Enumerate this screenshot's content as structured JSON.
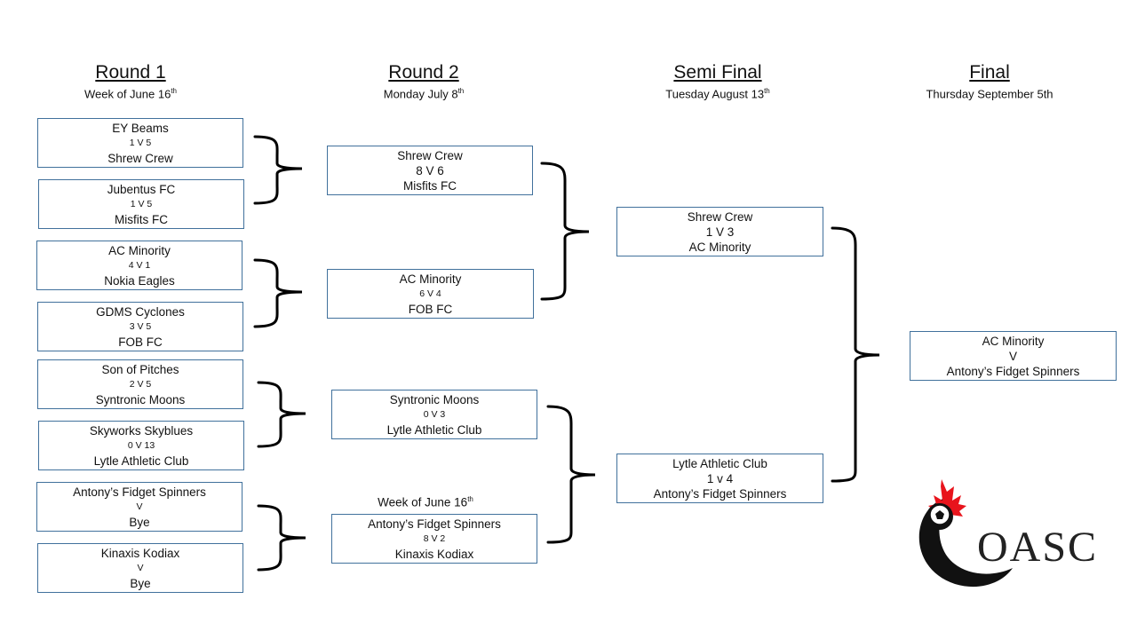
{
  "rounds": [
    {
      "title": "Round 1",
      "date": "Week of June 16",
      "suffix": "th"
    },
    {
      "title": "Round 2",
      "date": "Monday July 8",
      "suffix": "th"
    },
    {
      "title": "Semi Final",
      "date": "Tuesday August 13",
      "suffix": "th"
    },
    {
      "title": "Final",
      "date": "Thursday September  5th",
      "suffix": ""
    }
  ],
  "round1": [
    {
      "team1": "EY Beams",
      "score": "1 V 5",
      "team2": "Shrew Crew"
    },
    {
      "team1": "Jubentus FC",
      "score": "1 V 5",
      "team2": "Misfits FC"
    },
    {
      "team1": "AC Minority",
      "score": "4 V 1",
      "team2": "Nokia Eagles"
    },
    {
      "team1": "GDMS Cyclones",
      "score": "3 V 5",
      "team2": "FOB FC"
    },
    {
      "team1": "Son of Pitches",
      "score": "2 V 5",
      "team2": "Syntronic Moons"
    },
    {
      "team1": "Skyworks Skyblues",
      "score": "0 V 13",
      "team2": "Lytle Athletic Club"
    },
    {
      "team1": "Antony’s Fidget Spinners",
      "score": "V",
      "team2": "Bye"
    },
    {
      "team1": "Kinaxis Kodiax",
      "score": "V",
      "team2": "Bye"
    }
  ],
  "round2": [
    {
      "team1": "Shrew Crew",
      "score": "8 V 6",
      "team2": "Misfits FC"
    },
    {
      "team1": "AC Minority",
      "score": "6 V 4",
      "team2": "FOB FC"
    },
    {
      "team1": "Syntronic Moons",
      "score": "0 V 3",
      "team2": "Lytle Athletic Club"
    },
    {
      "team1": "Antony’s Fidget Spinners",
      "score": "8 V 2",
      "team2": "Kinaxis Kodiax"
    }
  ],
  "round2_note": {
    "text": "Week of June 16",
    "suffix": "th"
  },
  "semis": [
    {
      "team1": "Shrew Crew",
      "score": "1 V 3",
      "team2": "AC Minority"
    },
    {
      "team1": "Lytle Athletic Club",
      "score": "1 v 4",
      "team2": "Antony’s Fidget Spinners"
    }
  ],
  "final": {
    "team1": "AC Minority",
    "score": "V",
    "team2": "Antony’s Fidget Spinners"
  },
  "logo": {
    "text": "OASC",
    "leaf_color": "#e8141c",
    "ring_color": "#111111"
  }
}
